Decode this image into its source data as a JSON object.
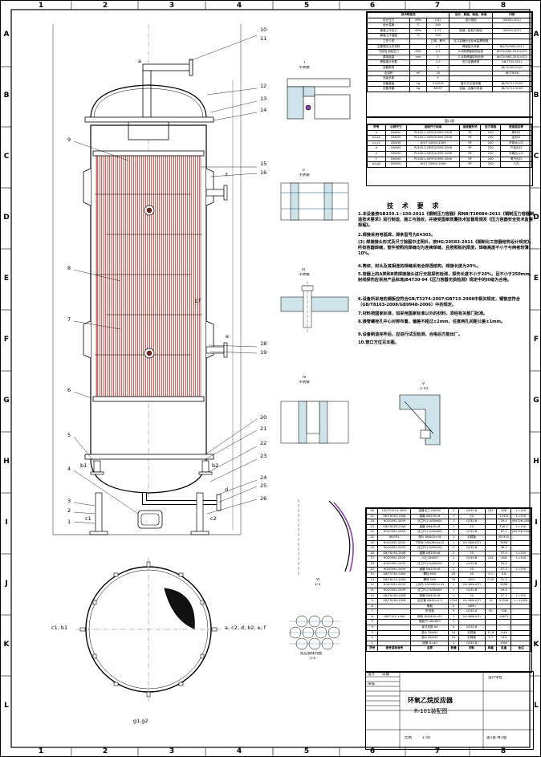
{
  "zones": {
    "columns": [
      "1",
      "2",
      "3",
      "4",
      "5",
      "6",
      "7",
      "8"
    ],
    "rows": [
      "A",
      "B",
      "C",
      "D",
      "E",
      "F",
      "G",
      "H",
      "I",
      "J",
      "K",
      "L"
    ]
  },
  "callouts": {
    "numbers": [
      "1",
      "2",
      "3",
      "4",
      "5",
      "6",
      "7",
      "8",
      "9",
      "10",
      "11",
      "12",
      "13",
      "14",
      "15",
      "16",
      "17",
      "18",
      "19",
      "20",
      "21",
      "22",
      "23",
      "24",
      "25",
      "26"
    ],
    "nozzle_letters": {
      "a": "a",
      "f": "f",
      "e": "e",
      "d": "d",
      "b1": "b1",
      "b2": "b2",
      "c1": "c1",
      "c2": "c2",
      "left_group": "c1, b1",
      "right_group": "a, c2, d, b2, e, f",
      "bottom_group": "g1,g2"
    }
  },
  "section_views": {
    "I": {
      "mark": "I",
      "sub": "不锈钢"
    },
    "II": {
      "mark": "II",
      "sub": "不锈钢"
    },
    "III": {
      "mark": "III",
      "sub": "不锈钢"
    },
    "IV": {
      "mark": "IV",
      "sub": "不锈钢"
    },
    "V": {
      "mark": "V",
      "sub": "1:10"
    },
    "VI": {
      "mark": "VI",
      "sub": "1:5"
    },
    "tube_layout": {
      "caption": "反应管排列图",
      "scale": "1:5"
    }
  },
  "tech_notes": {
    "title": "技 术 要 求",
    "lines": [
      "1.本设备按GB150.1~150-2011《钢制压力容器》和NB/T20084-2011《钢制压力容器制造技术要求》进行制造、施工与验收，并接受国家质量技术监督局颁发《压力容器安全技术监察规程》。",
      "2.焊接采用电弧焊，焊条型号为E4303。",
      "(3) 焊接接头形式及尺寸除图中注明外，按HG/20583-2011《钢制化工容器结构设计规定》，所有容器焊缝，管件按照的焊缝均为连续焊缝，且按照板的厚度，焊缝高度不小于与两者较薄10%。",
      "4.筒体、封头及其相连的焊缝采用全焊透结构，焊接长度为20%。",
      "5.容器上的A类和B类焊接接头进行无损探伤检测，探伤长度不小于20%，且不小于250mm，射线探伤应采用产品标准JB4730-94《压力容器无损检测》规定中的III级为合格。",
      "6.设备所采用的钢板应符合GB/T3274-2007/GB713-2008中相关规定，钢管应符合（GB/T8163-2008/GB9948-2006）中的规定。",
      "7.材料按国家标准，如采用国家标准以外的材料，须经有关部门批准。",
      "8.接管螺栓孔中心对称布置，偏差不超过±2mm，任意两孔间距公差±1mm。",
      "9.设备制造完毕后，应进行试压检测，合格后方能出厂。",
      "10.管口方位见本图。"
    ]
  },
  "design_data": {
    "header": [
      "技术特性表",
      "",
      "",
      "设计、制造、检验、标准",
      "",
      "内容"
    ],
    "rows": [
      [
        "设计压力",
        "MPa",
        "1.81",
        "设计规范",
        "GB150-2011"
      ],
      [
        "设计温度",
        "℃",
        "300",
        "",
        ""
      ],
      [
        "最高工作压力",
        "MPa",
        "1.72",
        "制造、检验与验收",
        "GB150-2011"
      ],
      [
        "最高工作温度",
        "℃",
        "250",
        "",
        ""
      ],
      [
        "工作介质",
        "",
        "乙烯、氧气",
        "压力容器安全技术监察规程",
        ""
      ],
      [
        "主要受压元件材料",
        "",
        "2.7",
        "焊接接头系数",
        "NB/T20583-2011"
      ],
      [
        "气密性试验压力",
        "MPa",
        "2.2",
        "A.B类焊缝探伤检测",
        "JB/T20583-2011/GC3"
      ],
      [
        "腐蚀裕量",
        "mm",
        "2",
        "C.D类焊缝探伤检测",
        "JB/T20583-2011/GC2"
      ],
      [
        "焊接接头系数",
        "",
        "1.0",
        "压力容器类别",
        "GB/T150-2011"
      ],
      [
        "容器类别",
        "",
        "3",
        "",
        "JB/T4709-2007"
      ],
      [
        "全容积",
        "m³",
        "10",
        "",
        "JB/T3058"
      ],
      [
        "充装系数",
        "",
        "Y",
        "",
        ""
      ],
      [
        "设备重量",
        "kg",
        "574978",
        "管口方位按本图",
        "JB/T4711-2003"
      ],
      [
        "设备净重",
        "kg",
        "96557",
        "包装、运输与安装",
        "JB/T4711-2003"
      ]
    ]
  },
  "nozzle_table": {
    "caption": "管口表",
    "header": [
      "符号",
      "公称尺寸",
      "连接尺寸标准",
      "连接面形式",
      "压力等级",
      "用途或名称"
    ],
    "rows": [
      [
        "a",
        "DN400",
        "PL400-2.5/RF/20000-2008",
        "RF",
        "250",
        "原料口"
      ],
      [
        "b1,b2",
        "DN100",
        "PL100-2.5/RF/20595-2008",
        "RF",
        "250",
        "加热口"
      ],
      [
        "c1,c2",
        "DN250",
        "HG/T 20592-2009",
        "RF",
        "250",
        "冷却水入口"
      ],
      [
        "d",
        "DN400",
        "PL400-2.5/RF/20595-2008",
        "RF",
        "250",
        "产品出口"
      ],
      [
        "e",
        "DN200",
        "PL200-2.5/RF/20595-2008",
        "RF",
        "250",
        "冷媒出入口"
      ],
      [
        "f",
        "DN200",
        "PL200-2.5/RF/20595-2008",
        "RF",
        "250",
        "蒸汽出口"
      ],
      [
        "g1,g2",
        "DN500",
        "HG/T 20592-2009",
        "RF",
        "250",
        "人孔"
      ]
    ]
  },
  "parts_list": {
    "header": [
      "序号",
      "图号或标准号",
      "名称",
      "数量",
      "材料",
      "单重",
      "总重",
      "备注"
    ],
    "rows": [
      [
        "26",
        "HG/T21514-2005",
        "接管法兰-DN250",
        "2",
        "Q235-B",
        "224",
        "448",
        "L=150"
      ],
      [
        "25",
        "GB/T8163-2008",
        "接管 DN250×8",
        "1",
        "20",
        "",
        "174.8",
        "L=250"
      ],
      [
        "24",
        "HG20592-2009",
        "法兰PL2.5/DN400",
        "1",
        "Q235-B",
        "",
        "29.4",
        "JB4726-2000"
      ],
      [
        "23",
        "GB/T8163-2008",
        "接管 DN400×8",
        "1",
        "20",
        "",
        "100.2",
        "L=150"
      ],
      [
        "22",
        "HG20592-2009",
        "法兰PL2.5/DN400",
        "1",
        "Q235-B",
        "",
        "67.2",
        "JB4726-2000"
      ],
      [
        "21",
        "JB4701",
        "垫片 DN400×16",
        "1",
        "石棉板",
        "",
        "JB7410",
        ""
      ],
      [
        "20",
        "HG20592-2009",
        "下封头 EHA2800×22",
        "1",
        "0Cr18Ni10Ti",
        "",
        "5898",
        ""
      ],
      [
        "19",
        "HG20592-2009",
        "法兰PL2.5/DN200",
        "2",
        "Q235-B",
        "",
        "38.5",
        ""
      ],
      [
        "18",
        "GB/T8163-2008",
        "接管 DN200×8",
        "2",
        "20",
        "",
        "57.3",
        "L=250"
      ],
      [
        "17",
        "HG20592-2009",
        "人孔 DN500",
        "2",
        "Q235-B",
        "224",
        "448",
        "L=150"
      ],
      [
        "16",
        "HG20592-2009",
        "法兰PL2.5/DN200",
        "1",
        "Q235-B",
        "",
        "29.4",
        ""
      ],
      [
        "15",
        "HG20592-2009",
        "接管 DN200×8",
        "1",
        "20",
        "",
        "57.3",
        "L=250"
      ],
      [
        "14",
        "GB/T5782-2000",
        "螺栓 M30",
        "25",
        "35",
        "9.1",
        "5.6",
        ""
      ],
      [
        "13",
        "GB/T6170-2000",
        "螺母 M30",
        "25",
        "40Cr",
        "0.34",
        "31.1",
        ""
      ],
      [
        "12",
        "HG20592-2009",
        "上封头 EHA2800×22",
        "1",
        "0Cr18Ni10Ti",
        "",
        "5898",
        ""
      ],
      [
        "11",
        "HG20592-2009",
        "法兰PL2.5/DN400",
        "1",
        "Q235-B",
        "",
        "29.4",
        ""
      ],
      [
        "10",
        "GB/T8163-2008",
        "接管 DN400×8",
        "1",
        "20",
        "",
        "57.3",
        "L=250"
      ],
      [
        "9",
        "GB/T8163-2008",
        "反应管 DN50×2.5",
        "2316",
        "0Cr18Ni10Ti",
        "13",
        "37496",
        "L=11000"
      ],
      [
        "8",
        "",
        "管板",
        "2",
        "16Mn",
        "",
        "",
        ""
      ],
      [
        "7",
        "",
        "折流板",
        "5",
        "Q235-A",
        "92",
        "736",
        ""
      ],
      [
        "6",
        "GB/T151-1999",
        "筒体 DN2800×22",
        "1",
        "0Cr18Ni10Ti",
        "",
        "19671",
        ""
      ],
      [
        "5",
        "",
        "膨胀节 DN2800",
        "1",
        "",
        "",
        "",
        ""
      ],
      [
        "4",
        "",
        "耳式支座 A4",
        "4",
        "Q235-B",
        "",
        "",
        ""
      ],
      [
        "3",
        "",
        "垫片 DN400",
        "24",
        "石棉板",
        "17.6",
        "4.44",
        ""
      ],
      [
        "2",
        "",
        "垫片 DN250",
        "24",
        "石棉板",
        "4.7",
        "113",
        ""
      ],
      [
        "1",
        "",
        "接管 N=40",
        "1",
        "Q235-B",
        "",
        "1000",
        ""
      ]
    ]
  },
  "title_block": {
    "project": "环氧乙烷反应器",
    "drawing_no": "R-101装配图",
    "scale_label": "比例",
    "scale": "1:50",
    "sheet_label": "第1张 共1张",
    "design_label": "设计",
    "check_label": "审核",
    "date_label": "日期",
    "company": "设计单位"
  }
}
